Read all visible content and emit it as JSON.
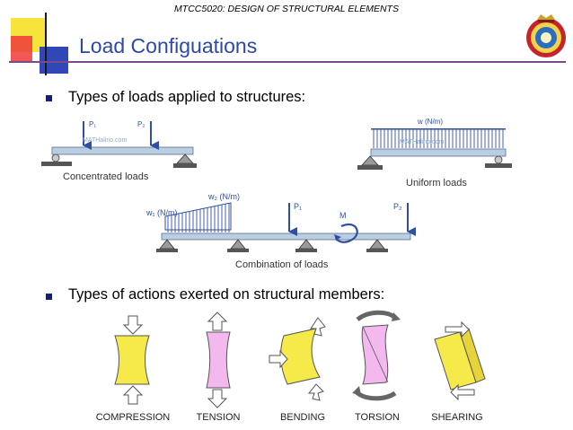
{
  "header": {
    "course": "MTCC5020: DESIGN OF STRUCTURAL ELEMENTS"
  },
  "title": "Load Configuations",
  "bullets": [
    {
      "text": "Types of loads applied to structures:"
    },
    {
      "text": "Types of actions exerted on structural members:"
    }
  ],
  "load_diagrams": {
    "concentrated": {
      "p1": "P₁",
      "p2": "P₂",
      "watermark": "MATHalino.com",
      "caption": "Concentrated loads"
    },
    "uniform": {
      "w": "w (N/m)",
      "watermark": "MATHalino.com",
      "caption": "Uniform loads"
    },
    "combination": {
      "w1": "w₁ (N/m)",
      "w2": "w₂ (N/m)",
      "p1": "P₁",
      "p2": "P₂",
      "m": "M",
      "caption": "Combination of loads"
    }
  },
  "actions": [
    {
      "label": "COMPRESSION"
    },
    {
      "label": "TENSION"
    },
    {
      "label": "BENDING"
    },
    {
      "label": "TORSION"
    },
    {
      "label": "SHEARING"
    }
  ],
  "colors": {
    "title": "#2d49a8",
    "beam": "#b9cde3",
    "load": "#2f4fa3",
    "yellow_block": "#f5ea4a",
    "pink_block": "#f3b8ee"
  }
}
